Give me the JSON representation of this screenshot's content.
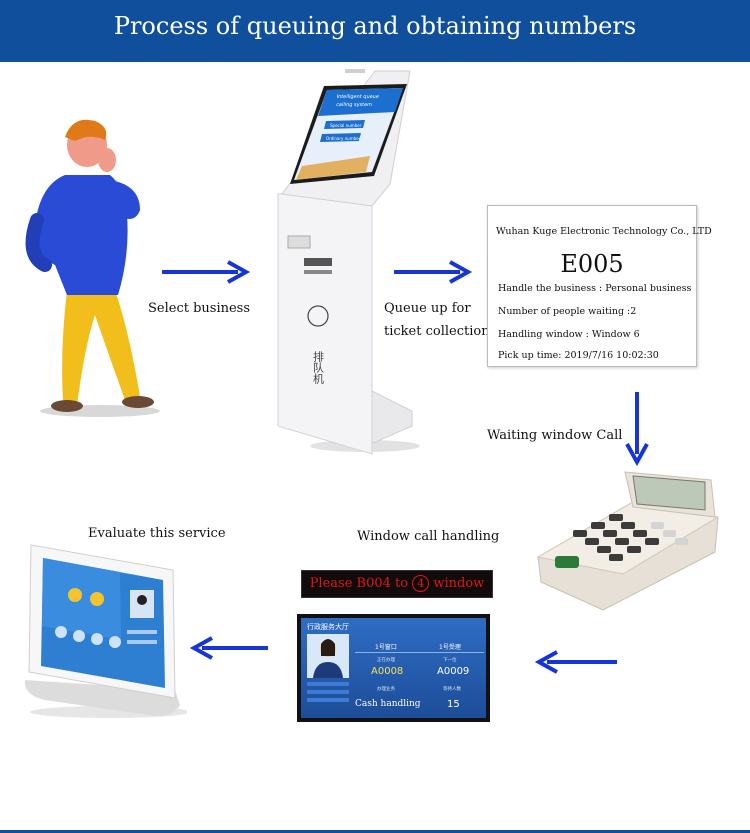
{
  "header": {
    "title": "Process of queuing and obtaining numbers"
  },
  "steps": {
    "select": "Select business",
    "queue_line1": "Queue up for",
    "queue_line2": "ticket collection",
    "waiting": "Waiting window Call",
    "window_call": "Window call handling",
    "evaluate": "Evaluate this service"
  },
  "kiosk": {
    "screen_title_1": "Intelligent queue",
    "screen_title_2": "calling system",
    "btn1": "Special number",
    "btn2": "Ordinary number",
    "side_text": "排队机"
  },
  "ticket": {
    "company": "Wuhan Kuge Electronic Technology Co., LTD",
    "number": "E005",
    "business": "Handle the business :  Personal business",
    "waiting": "Number of people waiting :2",
    "window": "Handling window : Window 6",
    "time": "Pick up time: 2019/7/16 10:02:30"
  },
  "led": {
    "text_before": "Please B004 to",
    "circle": "4",
    "text_after": "window"
  },
  "screen": {
    "title": "行政服务大厅",
    "col1": "1号窗口",
    "col2": "1号受理",
    "current_label": "正在办理",
    "current_num": "A0008",
    "next_label": "下一位",
    "next_num": "A0009",
    "service_label": "办理业务",
    "service": "Cash handling",
    "waiting_label": "等待人数",
    "waiting": "15"
  },
  "colors": {
    "header": "#0f4f9c",
    "arrow": "#1535d8",
    "led": "#e01818"
  }
}
